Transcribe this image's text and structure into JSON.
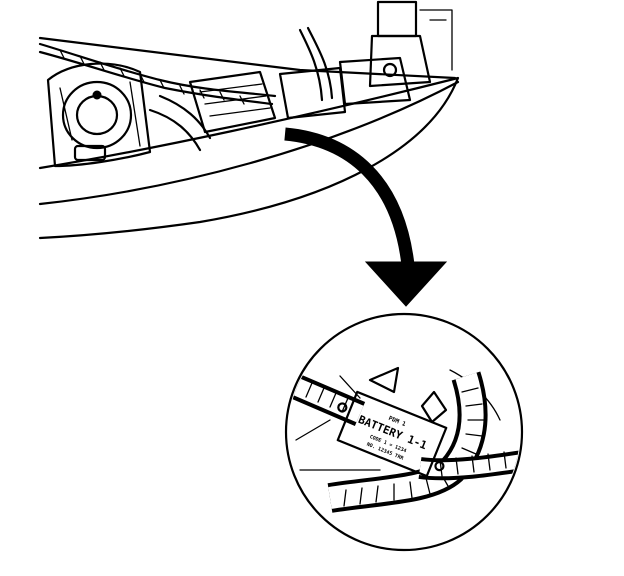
{
  "label": {
    "line1": "PDM 1",
    "line2": "BATTERY 1-1",
    "line3": "CODE 1 = 1234",
    "line4": "NO. 12345 TRR"
  },
  "colors": {
    "ink": "#000000",
    "paper": "#ffffff"
  }
}
